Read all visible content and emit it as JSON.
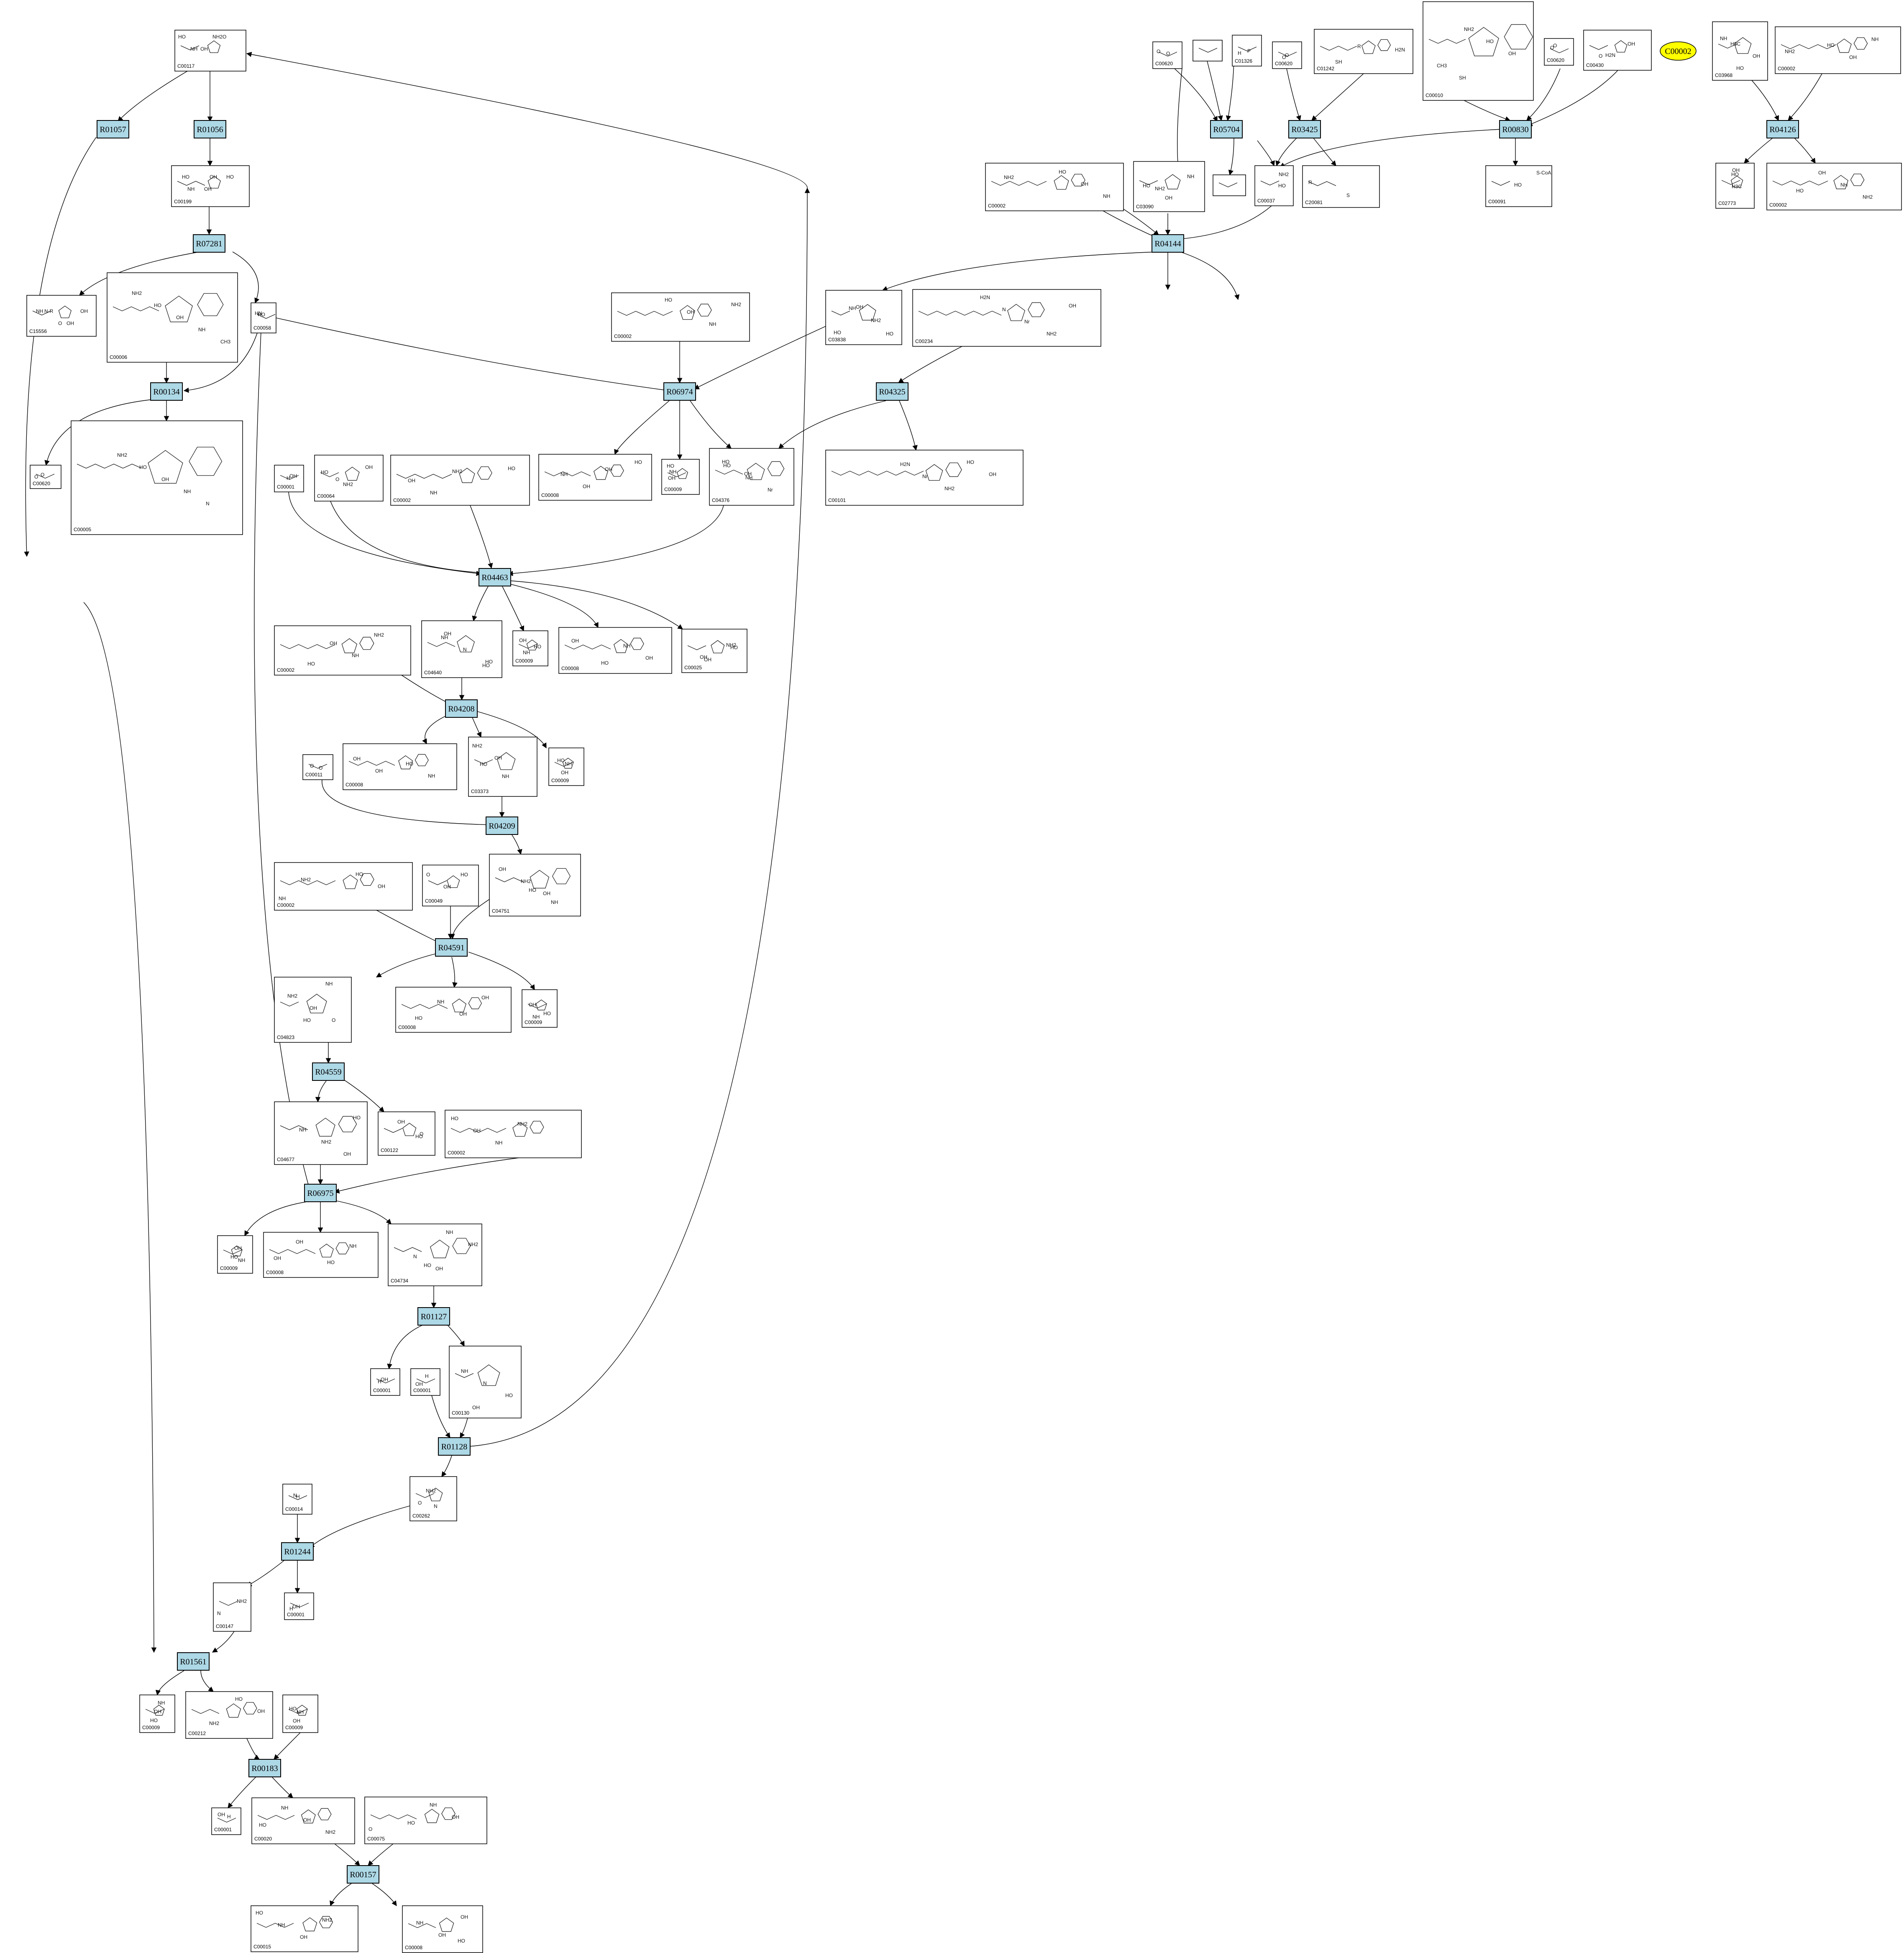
{
  "highlight": {
    "label": "C00002",
    "fill": "#ffff00"
  },
  "colors": {
    "reaction_fill": "#add8e6",
    "edge": "#000000"
  },
  "reactions": [
    "R01057",
    "R01056",
    "R07281",
    "R00134",
    "R06974",
    "R04325",
    "R04144",
    "R05704",
    "R03425",
    "R00830",
    "R04126",
    "R04463",
    "R04208",
    "R04209",
    "R04591",
    "R04559",
    "R06975",
    "R01127",
    "R01128",
    "R01244",
    "R01561",
    "R00183",
    "R00157"
  ],
  "compounds": [
    "C00117",
    "C00199",
    "C15556",
    "C00006",
    "C00058",
    "C00005",
    "C00620",
    "C00002",
    "C03838",
    "C00234",
    "C00101",
    "C04376",
    "C00009",
    "C00008",
    "C00001",
    "C00064",
    "C04640",
    "C00025",
    "C03373",
    "C00011",
    "C04751",
    "C00049",
    "C04823",
    "C04677",
    "C00122",
    "C04734",
    "C00130",
    "C00014",
    "C00262",
    "C00147",
    "C00212",
    "C00020",
    "C00075",
    "C00015",
    "C01326",
    "C01242",
    "C00010",
    "C00430",
    "C03090",
    "C00037",
    "C20081",
    "C00091",
    "C03968",
    "C02773"
  ],
  "structure_fragments": [
    "HO",
    "OH",
    "O",
    "NH",
    "NH2",
    "N",
    "P",
    "H",
    "S",
    "SH",
    "S-CoA",
    "N-R",
    "R",
    "CH3",
    "H3C",
    "H2N",
    "HN",
    "Nr"
  ]
}
